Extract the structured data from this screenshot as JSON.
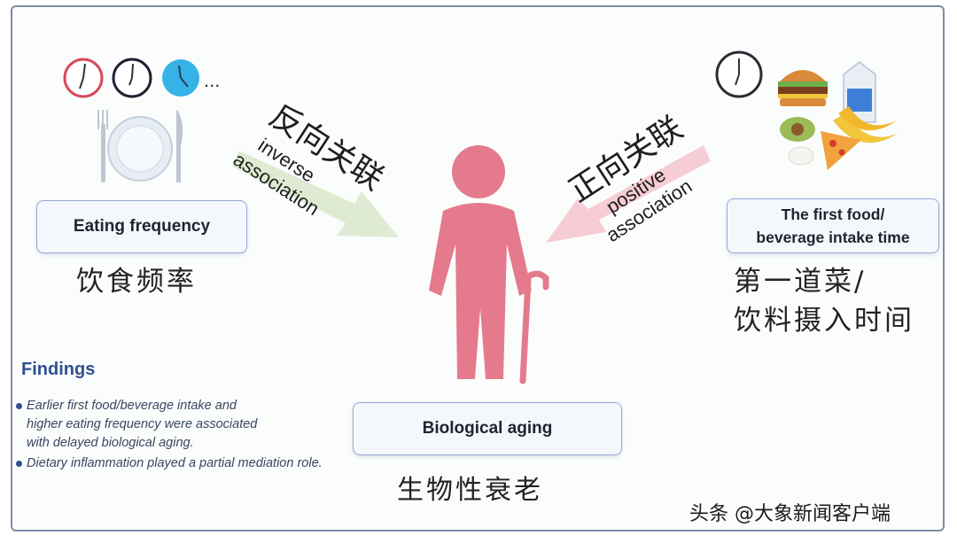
{
  "left": {
    "label": "Eating frequency",
    "cn_label": "饮食频率",
    "arrow_cn": "反向关联",
    "arrow_en_1": "inverse",
    "arrow_en_2": "association",
    "ellipsis": "...",
    "arrow_color": "#dfead2"
  },
  "right": {
    "label_line1": "The first food/",
    "label_line2": "beverage intake time",
    "cn_line1": "第一道菜/",
    "cn_line2": "饮料摄入时间",
    "arrow_cn": "正向关联",
    "arrow_en_1": "positive",
    "arrow_en_2": "association",
    "arrow_color": "#f6ccd5"
  },
  "center": {
    "label": "Biological aging",
    "cn_label": "生物性衰老",
    "figure_color": "#e57a8c"
  },
  "findings": {
    "title": "Findings",
    "item1_line1": "Earlier first food/beverage intake and",
    "item1_line2": "higher eating frequency were associated",
    "item1_line3": "with delayed biological aging.",
    "item2": "Dietary inflammation played a partial mediation role."
  },
  "watermark": "头条 @大象新闻客户端"
}
